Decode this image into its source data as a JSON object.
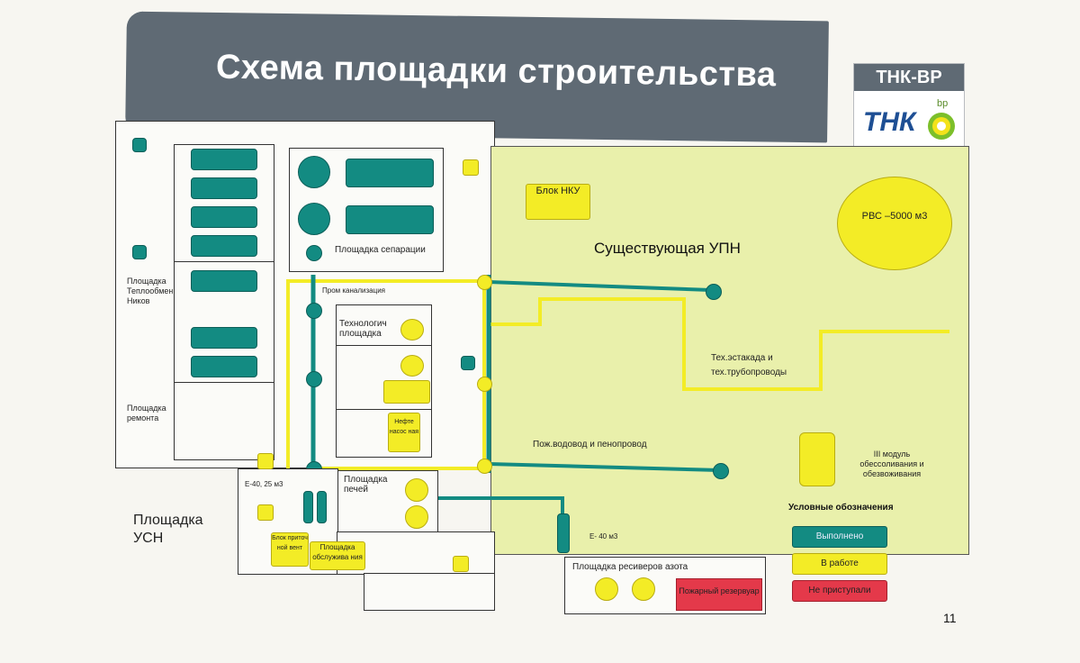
{
  "title": "Схема площадки строительства",
  "logo": {
    "top_text": "ТНК-ВР",
    "tnk": "ТНК",
    "bp": "bp"
  },
  "labels": {
    "separation": "Площадка сепарации",
    "heat": "Площадка Теплообмен Ников",
    "repair": "Площадка ремонта",
    "sewer": "Пром канализация",
    "tech": "Технологич площадка",
    "pumps": "Нефте насос ная",
    "furnaces": "Площадка печей",
    "e40_25": "Е-40, 25 м3",
    "usn": "Площадка УСН",
    "vent": "Блок приточ ной вент",
    "service": "Площадка обслужива ния",
    "nitrogen": "Площадка ресиверов азота",
    "firetank": "Пожарный резервуар",
    "e40": "Е- 40 м3",
    "nku": "Блок НКУ",
    "upn": "Существующая УПН",
    "rvs": "РВС –5000 м3",
    "estacade": "Тех.эстакада и тех.трубопроводы",
    "waterpipe": "Пож.водовод и пенопровод",
    "module": "III модуль обессоливания и обезвоживания"
  },
  "legend": {
    "title": "Условные обозначения",
    "items": [
      {
        "label": "Выполнено",
        "color": "#138b82"
      },
      {
        "label": "В работе",
        "color": "#f3ec26"
      },
      {
        "label": "Не приступали",
        "color": "#e4394a"
      }
    ]
  },
  "page_number": "11"
}
